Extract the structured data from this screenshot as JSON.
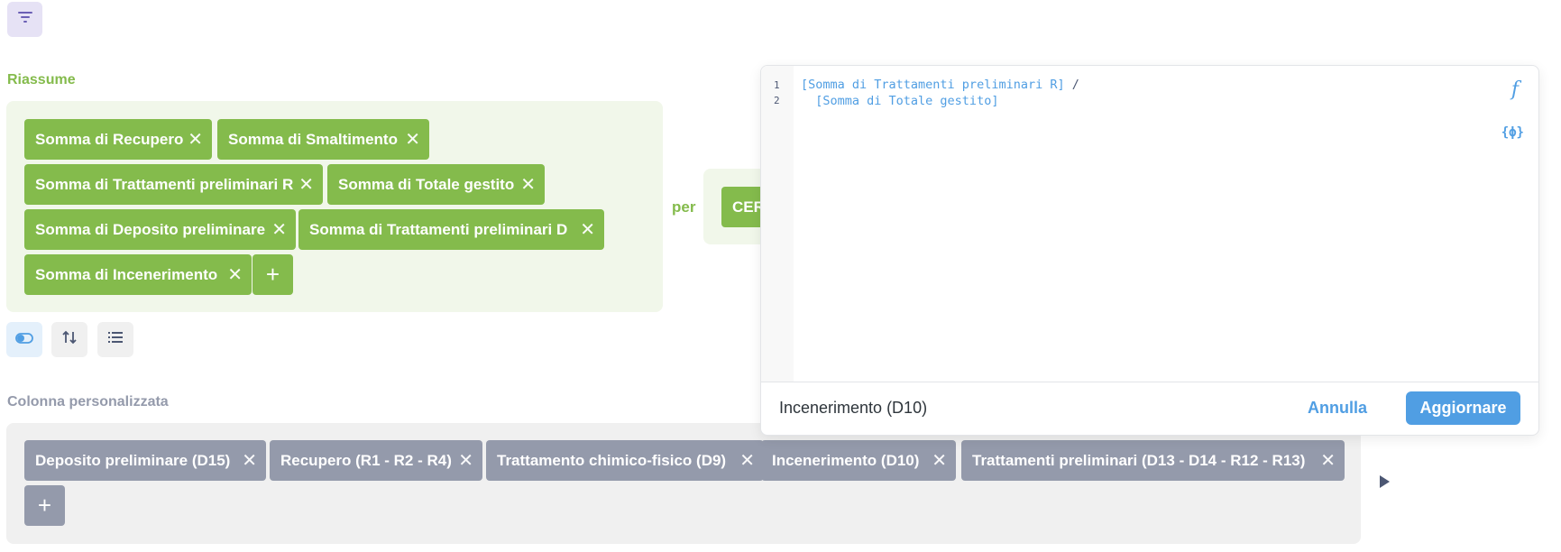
{
  "toolbar": {
    "filter_icon": "filter-icon"
  },
  "summarize": {
    "label": "Riassume",
    "metrics": [
      "Somma di Recupero",
      "Somma di Smaltimento",
      "Somma di Trattamenti preliminari R",
      "Somma di Totale gestito",
      "Somma di Deposito preliminare",
      "Somma di Trattamenti preliminari D",
      "Somma di Incenerimento"
    ],
    "remove_glyph": "✕",
    "add_glyph": "+"
  },
  "groupby": {
    "per_label": "per",
    "partial_pill": "CER"
  },
  "view_buttons": [
    "toggle-icon",
    "sort-icon",
    "list-icon"
  ],
  "custom_column": {
    "label": "Colonna personalizzata",
    "columns": [
      "Deposito preliminare (D15)",
      "Recupero (R1 - R2 - R4)",
      "Trattamento chimico-fisico (D9)",
      "Incenerimento (D10)",
      "Trattamenti preliminari (D13 - D14 - R12 - R13)"
    ]
  },
  "editor": {
    "line_numbers": [
      "1",
      "2"
    ],
    "line1_field": "[Somma di Trattamenti preliminari R]",
    "line1_op": " /",
    "line2": "  [Somma di Totale gestito]",
    "fx_label": "f",
    "var_label": "{ϕ}",
    "column_name": "Incenerimento (D10)",
    "cancel_label": "Annulla",
    "update_label": "Aggiornare"
  },
  "colors": {
    "green": "#84bb4c",
    "gray": "#949aab",
    "blue": "#509ee3"
  }
}
